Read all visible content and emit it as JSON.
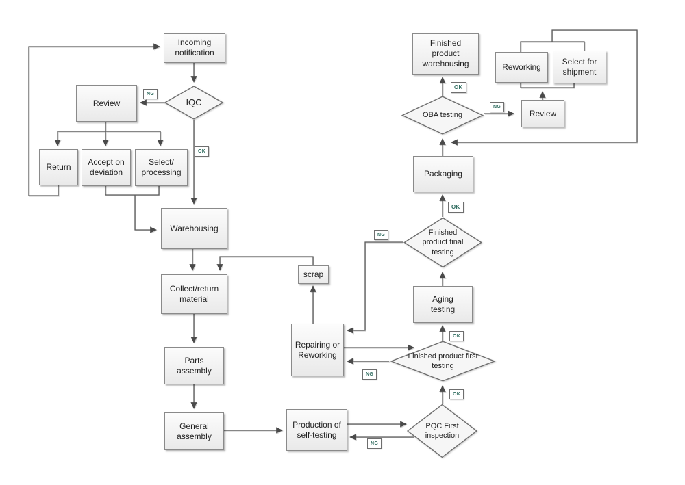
{
  "labels": {
    "ng": "NG",
    "ok": "OK"
  },
  "nodes": {
    "incoming_notification": "Incoming notification",
    "review_left": "Review",
    "iqc": "IQC",
    "return": "Return",
    "accept_on_deviation": "Accept on deviation",
    "select_processing": "Select/ processing",
    "warehousing": "Warehousing",
    "collect_return_material": "Collect/return material",
    "parts_assembly": "Parts assembly",
    "general_assembly": "General assembly",
    "production_self_testing": "Production of self-testing",
    "scrap": "scrap",
    "repairing_reworking": "Repairing or Reworking",
    "pqc_first_inspection": "PQC First inspection",
    "first_testing": "Finished product first testing",
    "aging_testing": "Aging testing",
    "final_testing": "Finished product final testing",
    "packaging": "Packaging",
    "oba_testing": "OBA testing",
    "finished_product_warehousing": "Finished product warehousing",
    "reworking": "Reworking",
    "select_for_shipment": "Select for shipment",
    "review_right": "Review"
  },
  "colors": {
    "line": "#5a5a5a",
    "box_border": "#8a8a8a",
    "status_text": "#2e6b5e"
  }
}
